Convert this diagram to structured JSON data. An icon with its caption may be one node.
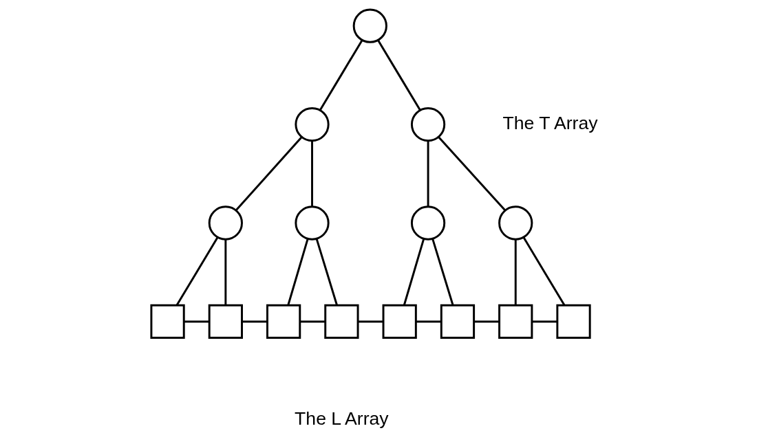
{
  "diagram": {
    "nodes": [
      {
        "text": [],
        "shape": "circle"
      },
      {
        "text": [],
        "shape": "circle"
      },
      {
        "text": [],
        "shape": "circle"
      },
      {
        "text": [],
        "shape": "circle"
      },
      {
        "text": [],
        "shape": "circle"
      },
      {
        "text": [],
        "shape": "circle"
      },
      {
        "text": [],
        "shape": "circle"
      },
      {
        "text": [],
        "shape": "box"
      },
      {
        "text": [],
        "shape": "box"
      },
      {
        "text": [],
        "shape": "box"
      },
      {
        "text": [],
        "shape": "box"
      },
      {
        "text": [],
        "shape": "box"
      },
      {
        "text": [],
        "shape": "box"
      },
      {
        "text": [],
        "shape": "box"
      },
      {
        "text": [],
        "shape": "box"
      }
    ],
    "edges": [
      {
        "from": 0,
        "to": 1,
        "arrow": "none"
      },
      {
        "from": 0,
        "to": 2,
        "arrow": "none"
      },
      {
        "from": 1,
        "to": 3,
        "arrow": "none"
      },
      {
        "from": 1,
        "to": 4,
        "arrow": "none"
      },
      {
        "from": 2,
        "to": 5,
        "arrow": "none"
      },
      {
        "from": 2,
        "to": 6,
        "arrow": "none"
      },
      {
        "from": 3,
        "to": 7,
        "arrow": "none"
      },
      {
        "from": 3,
        "to": 8,
        "arrow": "none"
      },
      {
        "from": 4,
        "to": 9,
        "arrow": "none"
      },
      {
        "from": 4,
        "to": 10,
        "arrow": "none"
      },
      {
        "from": 5,
        "to": 11,
        "arrow": "none"
      },
      {
        "from": 5,
        "to": 12,
        "arrow": "none"
      },
      {
        "from": 6,
        "to": 13,
        "arrow": "none"
      },
      {
        "from": 6,
        "to": 14,
        "arrow": "none"
      },
      {
        "from": 7,
        "to": 8,
        "arrow": "none"
      },
      {
        "from": 8,
        "to": 9,
        "arrow": "none"
      },
      {
        "from": 9,
        "to": 10,
        "arrow": "none"
      },
      {
        "from": 10,
        "to": 11,
        "arrow": "none"
      },
      {
        "from": 11,
        "to": 12,
        "arrow": "none"
      },
      {
        "from": 12,
        "to": 13,
        "arrow": "none"
      },
      {
        "from": 13,
        "to": 14,
        "arrow": "none"
      }
    ],
    "labels": [
      "The T Array",
      "The L Array"
    ]
  }
}
